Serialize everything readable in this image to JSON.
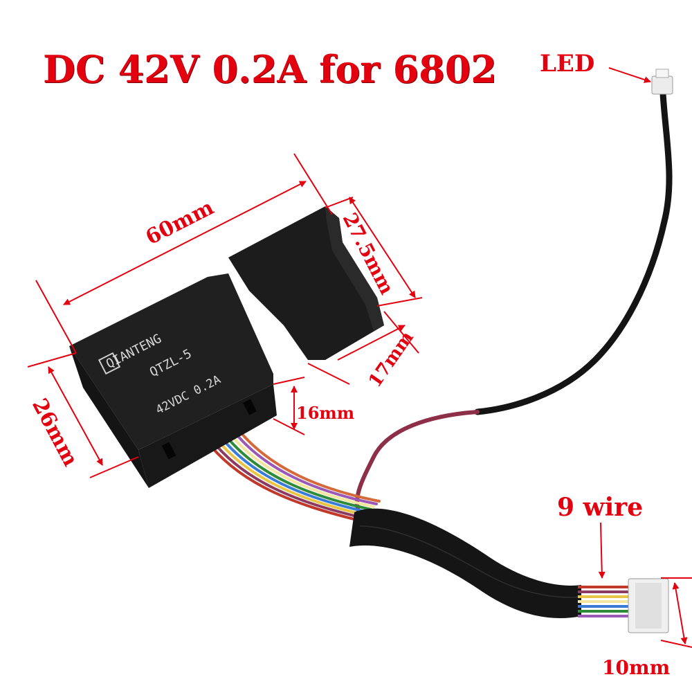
{
  "title": "DC 42V 0.2A for 6802",
  "callouts": {
    "led": "LED",
    "nine_wire": "9 wire",
    "width_10mm": "10mm"
  },
  "dimensions": {
    "length": "60mm",
    "height_right": "27.5mm",
    "trigger": "17mm",
    "height_left": "26mm",
    "depth": "16mm"
  },
  "body_markings": {
    "brand": "QIANTENG",
    "model": "QTZL-5",
    "rating": "42VDC 0.2A"
  },
  "colors": {
    "annotation": "#e3000f",
    "switch_body": "#1c1c1c",
    "cable_sleeve": "#151515",
    "wires": [
      "#c0392b",
      "#8b3a62",
      "#e8c547",
      "#3a7bd5",
      "#2e8b3a",
      "#f3e6a0",
      "#9b59b6",
      "#d46a3a",
      "#ffffff"
    ]
  }
}
